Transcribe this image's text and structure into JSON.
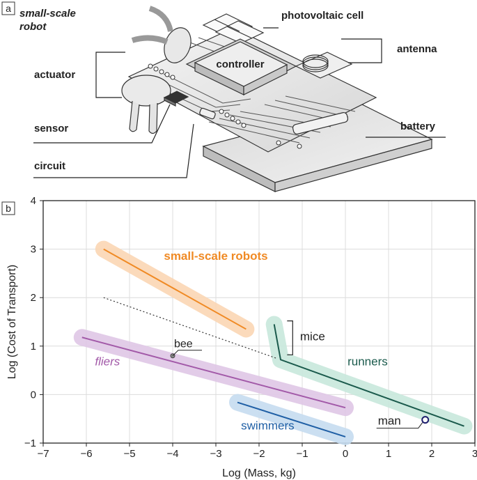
{
  "panel_a": {
    "letter": "a",
    "labels": {
      "small_scale_robot_line1": "small-scale",
      "small_scale_robot_line2": "robot",
      "photovoltaic_cell": "photovoltaic cell",
      "antenna": "antenna",
      "controller": "controller",
      "actuator": "actuator",
      "sensor": "sensor",
      "battery": "battery",
      "circuit": "circuit"
    }
  },
  "panel_b": {
    "letter": "b",
    "chart_data": {
      "type": "line",
      "xlabel": "Log (Mass, kg)",
      "ylabel": "Log (Cost of Transport)",
      "xlim": [
        -7,
        3
      ],
      "ylim": [
        -1,
        4
      ],
      "xticks": [
        -7,
        -6,
        -5,
        -4,
        -3,
        -2,
        -1,
        0,
        1,
        2,
        3
      ],
      "yticks": [
        -1,
        0,
        1,
        2,
        3,
        4
      ],
      "xtick_labels": [
        "−7",
        "−6",
        "−5",
        "−4",
        "−3",
        "−2",
        "−1",
        "0",
        "1",
        "2",
        "3"
      ],
      "ytick_labels": [
        "−1",
        "0",
        "1",
        "2",
        "3",
        "4"
      ],
      "grid": true,
      "series": [
        {
          "name": "small-scale robots",
          "color": "#f08a24",
          "band_color": "#fbd6b4",
          "x": [
            -5.6,
            -2.3
          ],
          "y": [
            3.0,
            1.35
          ]
        },
        {
          "name": "fliers",
          "color": "#a259a8",
          "band_color": "#dfc7e6",
          "x": [
            -6.1,
            0.0
          ],
          "y": [
            1.18,
            -0.27
          ]
        },
        {
          "name": "runners",
          "color": "#1a5a4c",
          "band_color": "#c8e8dc",
          "x": [
            -1.65,
            -1.5,
            2.75
          ],
          "y": [
            1.45,
            0.72,
            -0.65
          ]
        },
        {
          "name": "swimmers",
          "color": "#1f5fa5",
          "band_color": "#c5dcf0",
          "x": [
            -2.5,
            0.0
          ],
          "y": [
            -0.16,
            -0.87
          ]
        },
        {
          "name": "",
          "color": "#333333",
          "style": "dotted",
          "x": [
            -5.6,
            -1.6
          ],
          "y": [
            2.0,
            0.75
          ]
        }
      ],
      "points": [
        {
          "label": "bee",
          "x": -4.0,
          "y": 0.8
        },
        {
          "label": "man",
          "x": 1.85,
          "y": -0.52
        }
      ],
      "annotations": {
        "mice": "mice",
        "bee": "bee",
        "man": "man",
        "small_scale_robots": "small-scale robots",
        "fliers": "fliers",
        "runners": "runners",
        "swimmers": "swimmers"
      }
    }
  }
}
